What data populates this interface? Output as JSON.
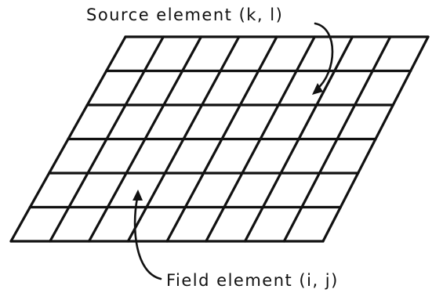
{
  "labels": {
    "source": "Source element (k, l)",
    "field": "Field element (i, j)"
  },
  "grid": {
    "rows": 6,
    "columns": 8
  },
  "colors": {
    "ink": "#111111",
    "background": "#ffffff"
  }
}
